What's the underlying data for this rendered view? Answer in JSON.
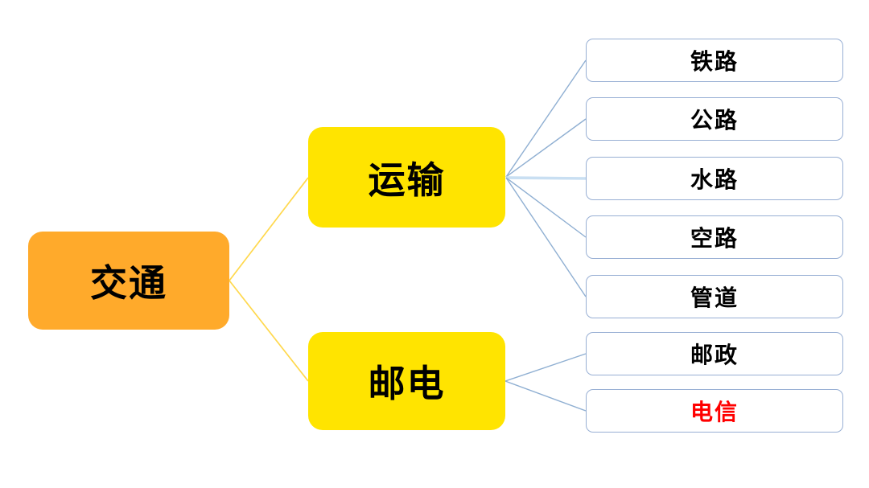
{
  "diagram": {
    "type": "tree",
    "root": {
      "label": "交通"
    },
    "branches": [
      {
        "label": "运输",
        "children": [
          {
            "label": "铁路"
          },
          {
            "label": "公路"
          },
          {
            "label": "水路"
          },
          {
            "label": "空路"
          },
          {
            "label": "管道"
          }
        ]
      },
      {
        "label": "邮电",
        "children": [
          {
            "label": "邮政"
          },
          {
            "label": "电信",
            "emphasis": "red"
          }
        ]
      }
    ],
    "colors": {
      "background": "#FFFFFF",
      "root_fill": "#FFAA2B",
      "branch_fill": "#FFE400",
      "leaf_fill": "#FFFFFF",
      "leaf_border": "#98AFD4",
      "connector_yellow": "#FFD84D",
      "connector_blue": "#8FAFD2",
      "connector_blue_light": "#C9DFF2",
      "text": "#000000",
      "emphasis_text": "#FF0000"
    }
  }
}
